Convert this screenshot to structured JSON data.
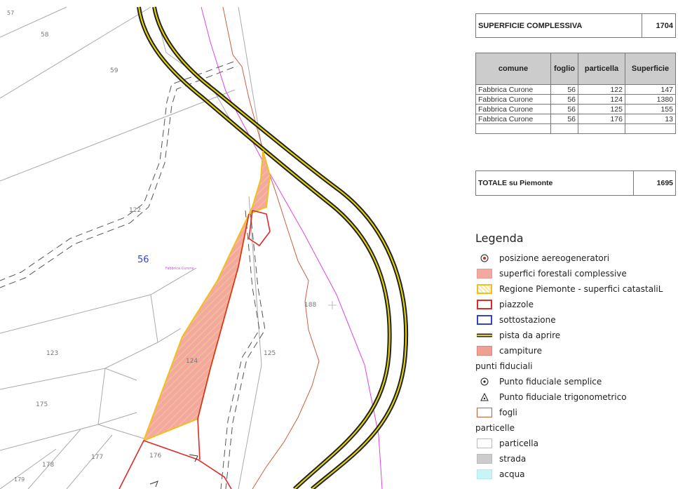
{
  "map": {
    "sheet_label": "56",
    "comune_label": "Fabbrica Curone",
    "parcel_labels": {
      "p57": "57",
      "p58": "58",
      "p59": "59",
      "p122": "122",
      "p123": "123",
      "p124": "124",
      "p125": "125",
      "p175": "175",
      "p176": "176",
      "p177": "177",
      "p178": "178",
      "p179": "179",
      "p188": "188"
    }
  },
  "summary_top": {
    "label": "SUPERFICIE COMPLESSIVA",
    "value": "1704"
  },
  "parcel_table": {
    "headers": [
      "comune",
      "foglio",
      "particella",
      "Superficie"
    ],
    "rows": [
      [
        "Fabbrica Curone",
        "56",
        "122",
        "147"
      ],
      [
        "Fabbrica Curone",
        "56",
        "124",
        "1380"
      ],
      [
        "Fabbrica Curone",
        "56",
        "125",
        "155"
      ],
      [
        "Fabbrica Curone",
        "56",
        "176",
        "13"
      ]
    ]
  },
  "summary_bottom": {
    "label": "TOTALE su Piemonte",
    "value": "1695"
  },
  "legend": {
    "title": "Legenda",
    "items": {
      "aerogeneratori": "posizione aereogeneratori",
      "forestali": "superfici forestali complessive",
      "piemonte": "Regione Piemonte - superfici catastaliL",
      "piazzole": "piazzole",
      "sottostazione": "sottostazione",
      "pista": "pista da aprire",
      "campiture": "campiture",
      "punti_header": "punti fiduciali",
      "semplice": "Punto fiduciale semplice",
      "trigonometrico": "Punto fiduciale trigonometrico",
      "fogli": "fogli",
      "particelle_header": "particelle",
      "particella": "particella",
      "strada": "strada",
      "acqua": "acqua"
    }
  },
  "colors": {
    "forest_fill": "#f4a9a0",
    "piemonte_outline": "#f0c020",
    "piazzole": "#dd2a2a",
    "sottostazione": "#3344cc",
    "pista": "#e8d800",
    "fogli": "#c8603c",
    "strada": "#cccccc",
    "acqua": "#c8f4f8",
    "magenta_line": "#dd44dd"
  }
}
